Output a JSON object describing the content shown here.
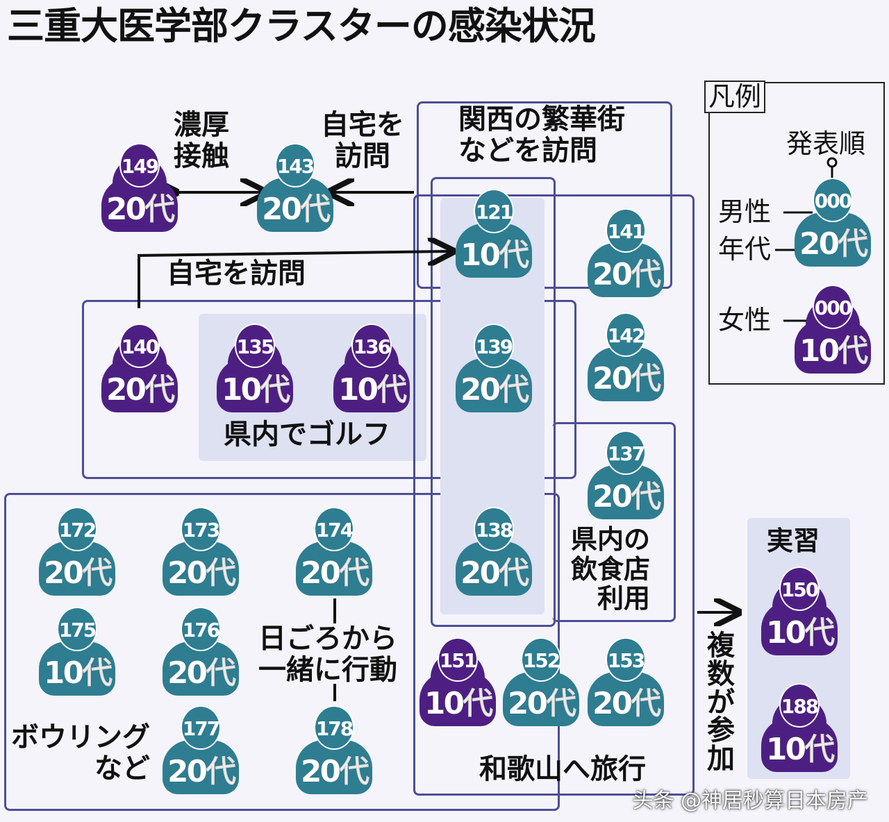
{
  "title": "三重大医学部クラスターの感染状況",
  "colors": {
    "male": "#2e7d91",
    "female": "#4e1f82",
    "frame": "#4e4e96",
    "shade": "#dde1f2"
  },
  "labels": {
    "close_contact": "濃厚\n接触",
    "visit_home_1": "自宅を\n訪問",
    "kansai": "関西の繁華街\nなどを訪問",
    "visit_home_2": "自宅を訪問",
    "golf": "県内でゴルフ",
    "restaurant": "県内の\n飲食店\n利用",
    "daily": "日ごろから\n一緒に行動",
    "bowling": "ボウリング\nなど",
    "wakayama": "和歌山へ旅行",
    "multiple": "複\n数\nが\n参\n加",
    "practice": "実習",
    "arrow_right": "→"
  },
  "legend": {
    "title": "凡例",
    "order": "発表順",
    "male": "男性",
    "age": "年代",
    "female": "女性",
    "sample_male": {
      "num": "000",
      "age": "20代"
    },
    "sample_female": {
      "num": "000",
      "age": "10代"
    }
  },
  "persons": [
    {
      "num": "149",
      "age": "20代",
      "sex": "female"
    },
    {
      "num": "143",
      "age": "20代",
      "sex": "male"
    },
    {
      "num": "121",
      "age": "10代",
      "sex": "male"
    },
    {
      "num": "141",
      "age": "20代",
      "sex": "male"
    },
    {
      "num": "140",
      "age": "20代",
      "sex": "female"
    },
    {
      "num": "135",
      "age": "10代",
      "sex": "female"
    },
    {
      "num": "136",
      "age": "10代",
      "sex": "female"
    },
    {
      "num": "139",
      "age": "20代",
      "sex": "male"
    },
    {
      "num": "142",
      "age": "20代",
      "sex": "male"
    },
    {
      "num": "137",
      "age": "20代",
      "sex": "male"
    },
    {
      "num": "172",
      "age": "20代",
      "sex": "male"
    },
    {
      "num": "173",
      "age": "20代",
      "sex": "male"
    },
    {
      "num": "174",
      "age": "20代",
      "sex": "male"
    },
    {
      "num": "138",
      "age": "20代",
      "sex": "male"
    },
    {
      "num": "175",
      "age": "10代",
      "sex": "male"
    },
    {
      "num": "176",
      "age": "20代",
      "sex": "male"
    },
    {
      "num": "177",
      "age": "20代",
      "sex": "male"
    },
    {
      "num": "178",
      "age": "20代",
      "sex": "male"
    },
    {
      "num": "151",
      "age": "10代",
      "sex": "female"
    },
    {
      "num": "152",
      "age": "20代",
      "sex": "male"
    },
    {
      "num": "153",
      "age": "20代",
      "sex": "male"
    },
    {
      "num": "150",
      "age": "10代",
      "sex": "female"
    },
    {
      "num": "188",
      "age": "10代",
      "sex": "female"
    }
  ],
  "watermark": "头条 @神居秒算日本房产"
}
